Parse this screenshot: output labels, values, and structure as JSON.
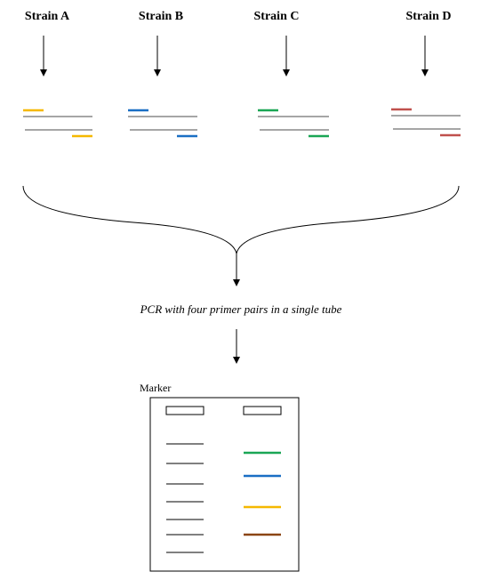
{
  "strains": [
    {
      "name": "Strain A",
      "primer_color": "#f5b800"
    },
    {
      "name": "Strain B",
      "primer_color": "#1a6fc4"
    },
    {
      "name": "Strain C",
      "primer_color": "#1aa655"
    },
    {
      "name": "Strain D",
      "primer_color": "#c0504d"
    }
  ],
  "template_color": "#a6a6a6",
  "step_text": "PCR with four primer pairs in a single tube",
  "gel": {
    "marker_label": "Marker",
    "sample_bands": [
      {
        "color": "#1aa655"
      },
      {
        "color": "#1a6fc4"
      },
      {
        "color": "#f5b800"
      },
      {
        "color": "#8b4513"
      }
    ]
  }
}
